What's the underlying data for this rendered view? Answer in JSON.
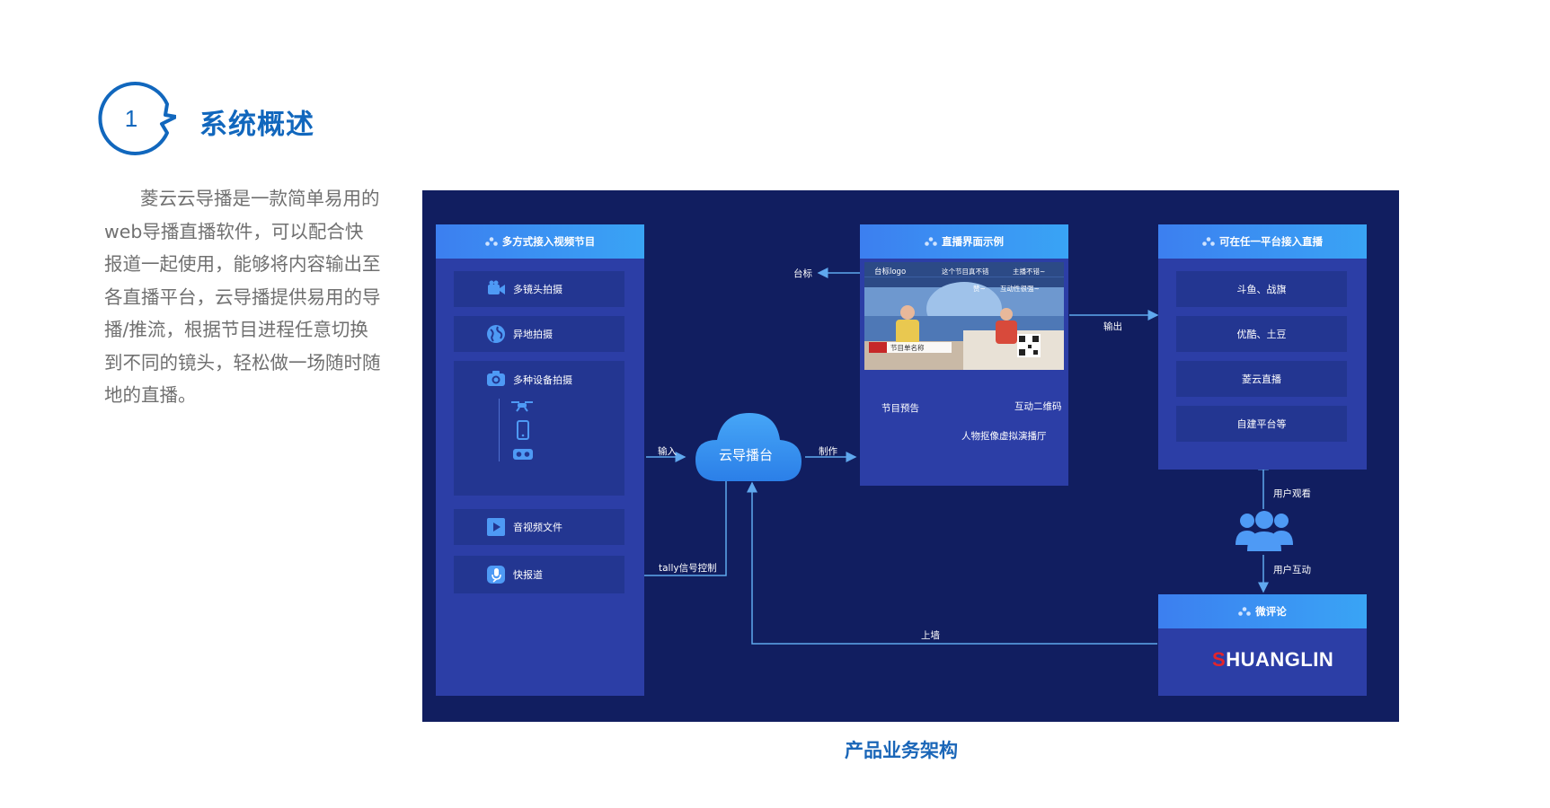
{
  "section": {
    "number": "1",
    "title": "系统概述"
  },
  "intro": "菱云云导播是一款简单易用的web导播直播软件，可以配合快报道一起使用，能够将内容输出至各直播平台，云导播提供易用的导播/推流，根据节目进程任意切换到不同的镜头，轻松做一场随时随地的直播。",
  "caption": "产品业务架构",
  "colors": {
    "accent": "#1167bd",
    "diagram_bg": "#111e60",
    "panel": "#2c3ea6",
    "item": "#233691",
    "header_start": "#3c7ff0",
    "header_end": "#39a4f5",
    "arrow": "#5fa8ee"
  },
  "diagram": {
    "left_panel": {
      "title": "多方式接入视频节目",
      "items": [
        {
          "label": "多镜头拍摄",
          "icon": "video-camera-icon"
        },
        {
          "label": "异地拍摄",
          "icon": "globe-icon"
        },
        {
          "label": "多种设备拍摄",
          "icon": "camera-icon",
          "sub_icons": [
            "drone-icon",
            "phone-icon",
            "vr-headset-icon"
          ]
        },
        {
          "label": "音视频文件",
          "icon": "play-icon"
        },
        {
          "label": "快报道",
          "icon": "mic-app-icon"
        }
      ]
    },
    "cloud": {
      "label": "云导播台"
    },
    "middle_panel": {
      "title": "直播界面示例",
      "screenshot": {
        "logo_text": "台标logo",
        "banner_text": "这个节目真不错",
        "tag_right": "主播不错~",
        "tag_left": "赞~",
        "tag_interact": "互动性很强~",
        "lower_third": "节目单名称"
      },
      "annotations": {
        "logo": "台标",
        "preview": "节目预告",
        "qr": "互动二维码",
        "virtual": "人物抠像虚拟演播厅"
      }
    },
    "right_panel": {
      "title": "可在任一平台接入直播",
      "items": [
        "斗鱼、战旗",
        "优酷、土豆",
        "菱云直播",
        "自建平台等"
      ]
    },
    "comment_panel": {
      "title": "微评论",
      "logo_text": "SHUANGLIN"
    },
    "flows": {
      "input": "输入",
      "make": "制作",
      "output": "输出",
      "tally": "tally信号控制",
      "wall": "上墙",
      "user_watch": "用户观看",
      "user_interact": "用户互动"
    },
    "users_icon": "users-icon"
  }
}
